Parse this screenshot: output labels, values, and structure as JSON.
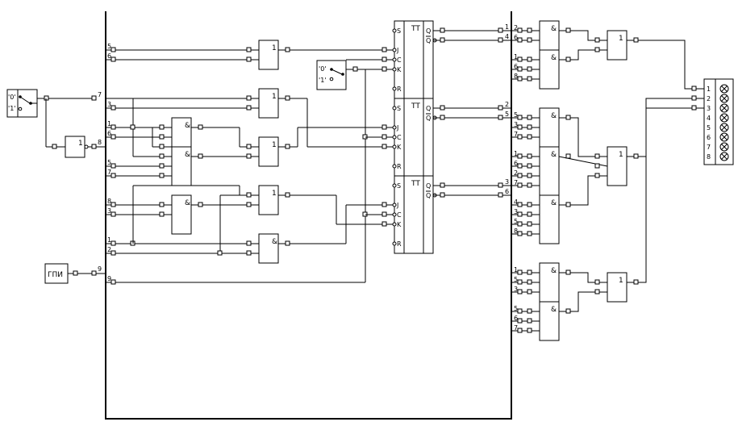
{
  "bus_pins_left": {
    "p5a": "5",
    "p6a": "6",
    "p7": "7",
    "p3a": "3",
    "p1a": "1",
    "p6b": "6",
    "p8a": "8",
    "p5b": "5",
    "p7b": "7",
    "p8b": "8",
    "p3b": "3",
    "p1b": "1",
    "p2a": "2",
    "p9a": "9",
    "p9b": "9"
  },
  "gates": {
    "or": "1",
    "and": "&",
    "not": "1"
  },
  "flipflop": {
    "title": "TT",
    "s": "S",
    "j": "J",
    "c": "C",
    "k": "K",
    "r": "R",
    "q": "Q",
    "qbar": "Q"
  },
  "switch_labels": {
    "zero": "'0'",
    "one": "'1'"
  },
  "generator": {
    "label": "ГПИ"
  },
  "ff_out_pins": {
    "a1": "1",
    "a4": "4",
    "b2": "2",
    "b5": "5",
    "c3": "3",
    "c6": "6"
  },
  "right_pins": {
    "g1": [
      "2",
      "6"
    ],
    "g2": [
      "1",
      "6",
      "8"
    ],
    "g3": [
      "5",
      "3"
    ],
    "g4": [
      "1",
      "6",
      "2"
    ],
    "g5": [
      "4",
      "3",
      "5",
      "8"
    ],
    "g6": [
      "1",
      "5",
      "3"
    ],
    "g7": [
      "5",
      "6",
      "7"
    ]
  },
  "indicator": {
    "labels": [
      "1",
      "2",
      "3",
      "4",
      "5",
      "6",
      "7",
      "8"
    ]
  }
}
